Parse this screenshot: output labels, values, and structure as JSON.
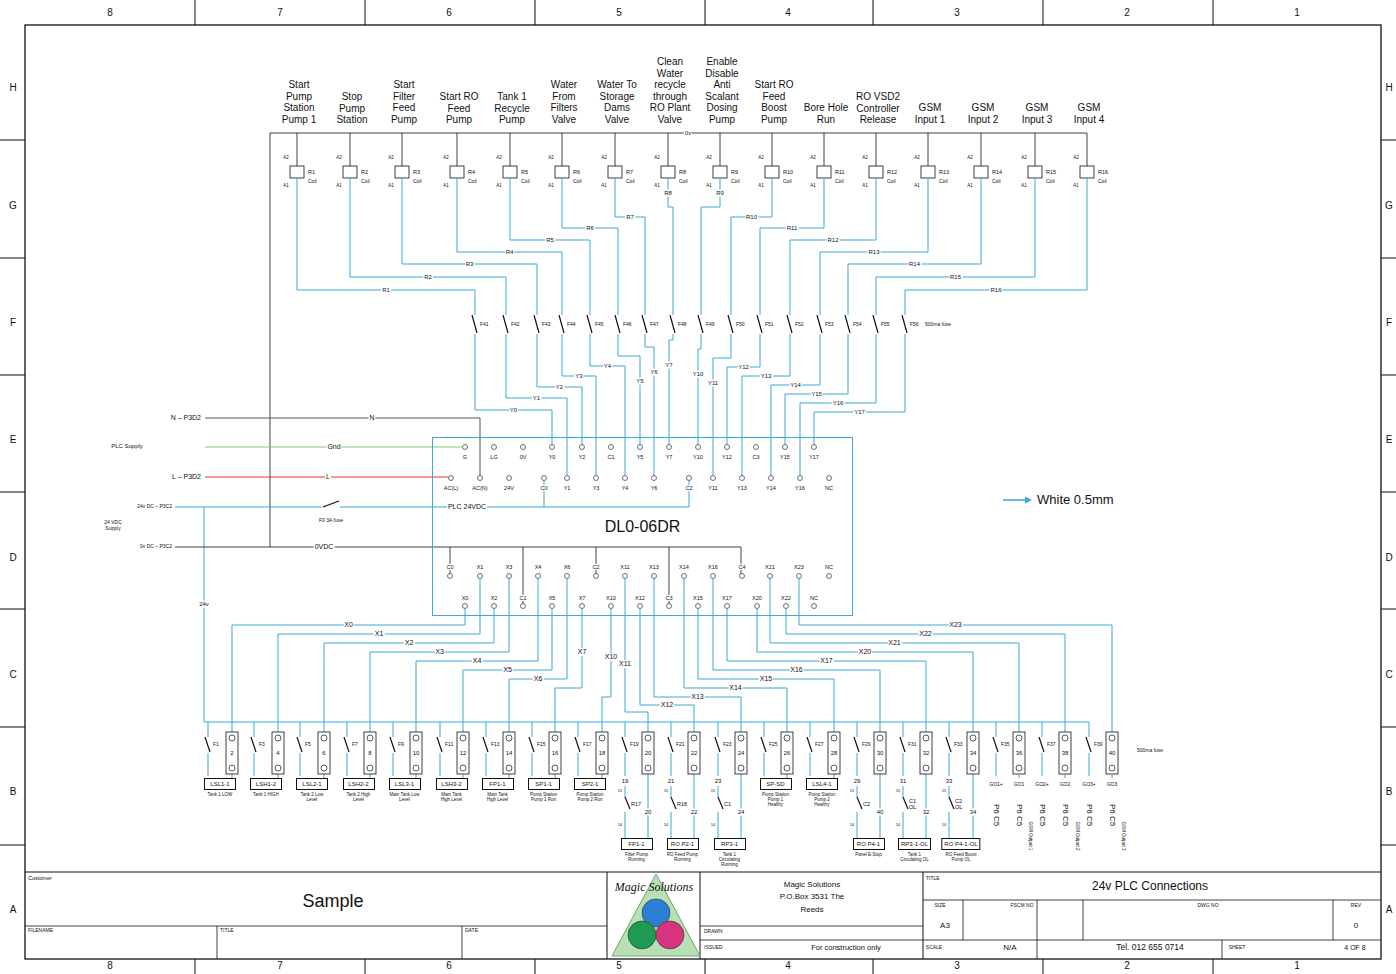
{
  "diagram": {
    "title": "24v PLC Connections",
    "nodes": [
      {
        "text": [
          "DL0-06DR"
        ]
      },
      {
        "text": [
          "LSL1-1",
          "Tank 1 LOW"
        ]
      },
      {
        "text": [
          "LSH1-2",
          "Tank 1 HIGH"
        ]
      },
      {
        "text": [
          "LSL2-1",
          "Tank 2 Low Level"
        ]
      },
      {
        "text": [
          "LSH2-2",
          "Tank 2 High Level"
        ]
      },
      {
        "text": [
          "LSL3-1",
          "Main Tank Low Level"
        ]
      },
      {
        "text": [
          "LSH3-2",
          "Main Tank High Level"
        ]
      },
      {
        "text": [
          "FP1-1",
          "Main Tank High Level"
        ]
      },
      {
        "text": [
          "SP1-1",
          "Pump Station Pump 1 Run"
        ]
      },
      {
        "text": [
          "SP2-1",
          "Pump Station Pump 2 Run"
        ]
      },
      {
        "text": [
          "SP-SD",
          "Pump Station Pump 1 Healthy"
        ]
      },
      {
        "text": [
          "LSL4-1",
          "Pump Station Pump 2 Healthy"
        ]
      },
      {
        "text": [
          "FP1-1",
          "Filter Pump Running"
        ]
      },
      {
        "text": [
          "RO P2-1",
          "RO Feed Pump Running"
        ]
      },
      {
        "text": [
          "RP3-1",
          "Tank 1 Circulating Running"
        ]
      },
      {
        "text": [
          "RO P4-1",
          "Panel E-Stop"
        ]
      },
      {
        "text": [
          "RP3-1-OL",
          "Tank 1 Circulating OL"
        ]
      },
      {
        "text": [
          "RO P4-1-OL",
          "RO Feed Boost Pump OL"
        ]
      }
    ],
    "edges": [
      {
        "from": 0,
        "to": 1,
        "arrow": "none",
        "label": "X0"
      },
      {
        "from": 0,
        "to": 2,
        "arrow": "none",
        "label": "X1"
      },
      {
        "from": 0,
        "to": 3,
        "arrow": "none",
        "label": "X2"
      },
      {
        "from": 0,
        "to": 4,
        "arrow": "none",
        "label": "X3"
      },
      {
        "from": 0,
        "to": 5,
        "arrow": "none",
        "label": "X4"
      },
      {
        "from": 0,
        "to": 6,
        "arrow": "none",
        "label": "X5"
      },
      {
        "from": 0,
        "to": 7,
        "arrow": "none",
        "label": "X6"
      },
      {
        "from": 0,
        "to": 8,
        "arrow": "none",
        "label": "X7"
      },
      {
        "from": 0,
        "to": 9,
        "arrow": "none",
        "label": "X10"
      },
      {
        "from": 0,
        "to": 12,
        "arrow": "none",
        "label": "X11"
      },
      {
        "from": 0,
        "to": 13,
        "arrow": "none",
        "label": "X12"
      },
      {
        "from": 0,
        "to": 14,
        "arrow": "none",
        "label": "X13"
      },
      {
        "from": 0,
        "to": 10,
        "arrow": "none",
        "label": "X14"
      },
      {
        "from": 0,
        "to": 11,
        "arrow": "none",
        "label": "X15"
      },
      {
        "from": 0,
        "to": 15,
        "arrow": "none",
        "label": "X16"
      },
      {
        "from": 0,
        "to": 16,
        "arrow": "none",
        "label": "X17"
      },
      {
        "from": 0,
        "to": 17,
        "arrow": "none",
        "label": "X20"
      }
    ],
    "labels": [
      "8",
      "7",
      "6",
      "5",
      "4",
      "3",
      "2",
      "1",
      "8",
      "7",
      "6",
      "5",
      "4",
      "3",
      "2",
      "1",
      "H",
      "G",
      "F",
      "E",
      "D",
      "C",
      "B",
      "A",
      "H",
      "G",
      "F",
      "E",
      "D",
      "C",
      "B",
      "A",
      "Start Pump Station Pump 1",
      "Stop Pump Station",
      "Start Filter Feed Pump",
      "Start RO Feed Pump",
      "Tank 1 Recycle Pump",
      "Water From Filters Valve",
      "Water To Storage Dams Valve",
      "Clean Water recycle through RO Plant Valve",
      "Enable Disable Anti Scalant Dosing Pump",
      "Start RO Feed Boost Pump",
      "Bore Hole Run",
      "RO VSD2 Controller Release",
      "GSM Input 1",
      "GSM Input 2",
      "GSM Input 3",
      "GSM Input 4",
      "0v",
      "A2",
      "R1",
      "Coil",
      "A1",
      "A2",
      "R2",
      "Coil",
      "A1",
      "A2",
      "R3",
      "Coil",
      "A1",
      "A2",
      "R4",
      "Coil",
      "A1",
      "A2",
      "R5",
      "Coil",
      "A1",
      "A2",
      "R6",
      "Coil",
      "A1",
      "A2",
      "R7",
      "Coil",
      "A1",
      "A2",
      "R8",
      "Coil",
      "A1",
      "A2",
      "R9",
      "Coil",
      "A1",
      "A2",
      "R10",
      "Coil",
      "A1",
      "A2",
      "R11",
      "Coil",
      "A1",
      "A2",
      "R12",
      "Coil",
      "A1",
      "A2",
      "R13",
      "Coil",
      "A1",
      "A2",
      "R14",
      "Coil",
      "A1",
      "A2",
      "R15",
      "Coil",
      "A1",
      "A2",
      "R16",
      "Coil",
      "A1",
      "R1",
      "R2",
      "R3",
      "R4",
      "R5",
      "R6",
      "R7",
      "R8",
      "R9",
      "R10",
      "R11",
      "R12",
      "R13",
      "R14",
      "R15",
      "R16",
      "F41",
      "F42",
      "F43",
      "F44",
      "F45",
      "F46",
      "F47",
      "F48",
      "F49",
      "F50",
      "F51",
      "F52",
      "F53",
      "F54",
      "F55",
      "F56",
      "500ma fuse",
      "Y0",
      "Y1",
      "Y2",
      "Y3",
      "Y4",
      "Y5",
      "Y6",
      "Y7",
      "Y10",
      "Y11",
      "Y12",
      "Y13",
      "Y14",
      "Y15",
      "Y16",
      "Y17",
      "N – P3D2",
      "N",
      "PLC Supply",
      "Gnd",
      "L – P3D2",
      "L",
      "24v DC – P3C2",
      "24 VDC Supply",
      "0v DC – P3C2",
      "F0 3A fuse",
      "PLC 24VDC",
      "0VDC",
      "24v",
      "G",
      "LG",
      "0V",
      "Y0",
      "Y2",
      "C1",
      "Y5",
      "Y7",
      "Y10",
      "Y12",
      "C3",
      "Y15",
      "Y17",
      "AC(L)",
      "AC(N)",
      "24V",
      "C0",
      "Y1",
      "Y3",
      "Y4",
      "Y6",
      "C2",
      "Y11",
      "Y13",
      "Y14",
      "Y16",
      "NC",
      "C0",
      "X1",
      "X3",
      "X4",
      "X6",
      "C2",
      "X11",
      "X13",
      "X14",
      "X16",
      "C4",
      "X21",
      "X23",
      "NC",
      "X0",
      "X2",
      "C1",
      "X5",
      "X7",
      "X10",
      "X12",
      "C3",
      "X15",
      "X17",
      "X20",
      "X22",
      "NC",
      "X21",
      "X22",
      "X23",
      "F1",
      "F3",
      "F5",
      "F7",
      "F9",
      "F11",
      "F13",
      "F15",
      "F17",
      "F19",
      "F21",
      "F23",
      "F25",
      "F27",
      "F29",
      "F31",
      "F33",
      "F35",
      "F37",
      "F39",
      "2",
      "4",
      "6",
      "8",
      "10",
      "12",
      "14",
      "16",
      "18",
      "20",
      "22",
      "24",
      "26",
      "28",
      "30",
      "32",
      "34",
      "36",
      "38",
      "40",
      "500ma fuse",
      "19",
      "15",
      "R17",
      "20",
      "14",
      "21",
      "15",
      "R18",
      "22",
      "14",
      "23",
      "15",
      "C1",
      "24",
      "14",
      "29",
      "15",
      "C2",
      "40",
      "14",
      "31",
      "15",
      "C1 OL",
      "32",
      "14",
      "33",
      "15",
      "C2 OL",
      "34",
      "14",
      "GO1+",
      "GO1",
      "GO2+",
      "GO2",
      "GO3+",
      "GO3",
      "P6 C5",
      "P6 C5",
      "GSM Output 1",
      "P6 C5",
      "P6 C5",
      "GSM Output 2",
      "P6 C5",
      "P6 C5",
      "GSM Output 3",
      "Customer",
      "Sample",
      "FILENAME",
      "TITLE",
      "DATE",
      "Magic Solutions",
      "Magic Solutions P.O.Box 3531 The Reeds",
      "DRAWN",
      "ISSUED",
      "For construction only",
      "TITLE",
      "SIZE",
      "A3",
      "FSCM NO",
      "DWG NO",
      "REV",
      "0",
      "SCALE",
      "N/A",
      "Tel. 012 655 0714",
      "SHEET",
      "4 OF 8"
    ],
    "legend": [
      {
        "text": "White 0.5mm"
      }
    ]
  }
}
